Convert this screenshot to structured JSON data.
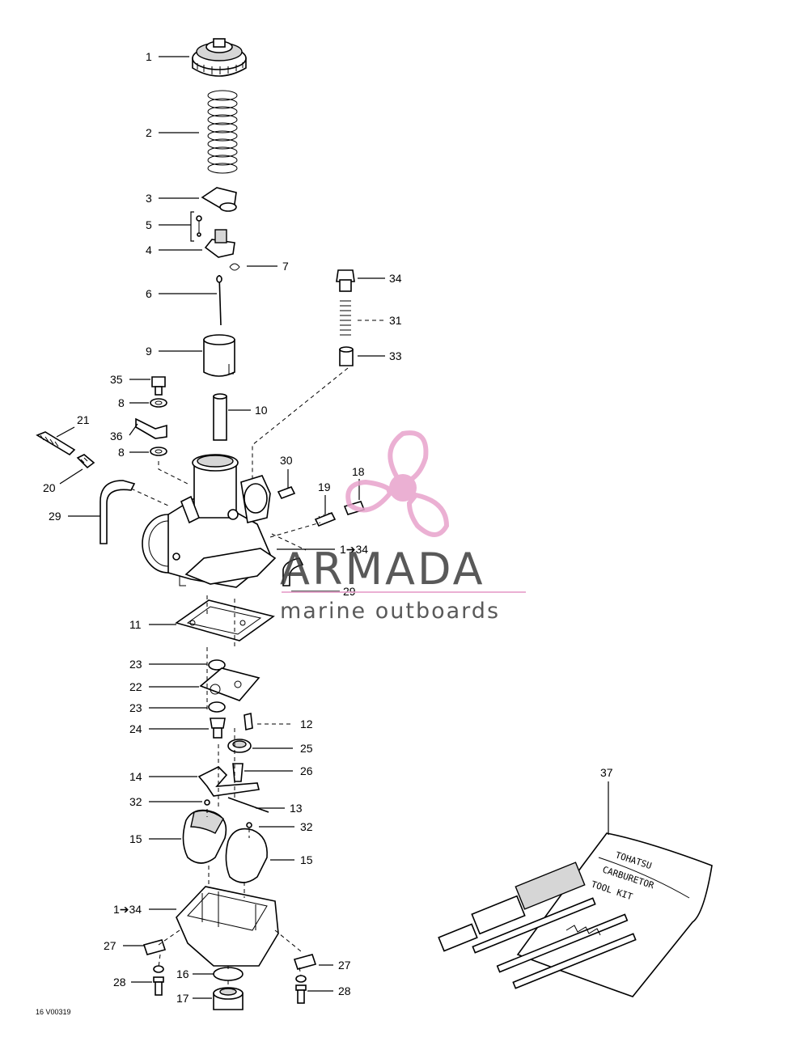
{
  "diagram": {
    "callouts": [
      {
        "id": "c1",
        "label": "1"
      },
      {
        "id": "c2",
        "label": "2"
      },
      {
        "id": "c3",
        "label": "3"
      },
      {
        "id": "c5",
        "label": "5"
      },
      {
        "id": "c4",
        "label": "4"
      },
      {
        "id": "c7",
        "label": "7"
      },
      {
        "id": "c6",
        "label": "6"
      },
      {
        "id": "c9",
        "label": "9"
      },
      {
        "id": "c34a",
        "label": "34"
      },
      {
        "id": "c31",
        "label": "31"
      },
      {
        "id": "c33",
        "label": "33"
      },
      {
        "id": "c35",
        "label": "35"
      },
      {
        "id": "c8a",
        "label": "8"
      },
      {
        "id": "c10",
        "label": "10"
      },
      {
        "id": "c21",
        "label": "21"
      },
      {
        "id": "c36",
        "label": "36"
      },
      {
        "id": "c8b",
        "label": "8"
      },
      {
        "id": "c20",
        "label": "20"
      },
      {
        "id": "c30",
        "label": "30"
      },
      {
        "id": "c18",
        "label": "18"
      },
      {
        "id": "c19",
        "label": "19"
      },
      {
        "id": "c29a",
        "label": "29"
      },
      {
        "id": "c134a",
        "label": "1➔34"
      },
      {
        "id": "c29b",
        "label": "29"
      },
      {
        "id": "c11",
        "label": "11"
      },
      {
        "id": "c23a",
        "label": "23"
      },
      {
        "id": "c22",
        "label": "22"
      },
      {
        "id": "c23b",
        "label": "23"
      },
      {
        "id": "c12",
        "label": "12"
      },
      {
        "id": "c24",
        "label": "24"
      },
      {
        "id": "c25",
        "label": "25"
      },
      {
        "id": "c26",
        "label": "26"
      },
      {
        "id": "c14",
        "label": "14"
      },
      {
        "id": "c32a",
        "label": "32"
      },
      {
        "id": "c13",
        "label": "13"
      },
      {
        "id": "c32b",
        "label": "32"
      },
      {
        "id": "c15a",
        "label": "15"
      },
      {
        "id": "c15b",
        "label": "15"
      },
      {
        "id": "c134b",
        "label": "1➔34"
      },
      {
        "id": "c37",
        "label": "37"
      },
      {
        "id": "c27a",
        "label": "27"
      },
      {
        "id": "c27b",
        "label": "27"
      },
      {
        "id": "c16",
        "label": "16"
      },
      {
        "id": "c28a",
        "label": "28"
      },
      {
        "id": "c28b",
        "label": "28"
      },
      {
        "id": "c17",
        "label": "17"
      }
    ],
    "figure_code": "16 V00319",
    "kit_text": [
      "TOHATSU",
      "CARBURETOR",
      "TOOL KIT"
    ]
  },
  "watermark": {
    "title": "ARMADA",
    "subtitle": "marine outboards",
    "accent_color": "#e8a3cc",
    "text_color": "#3d3d3d"
  }
}
